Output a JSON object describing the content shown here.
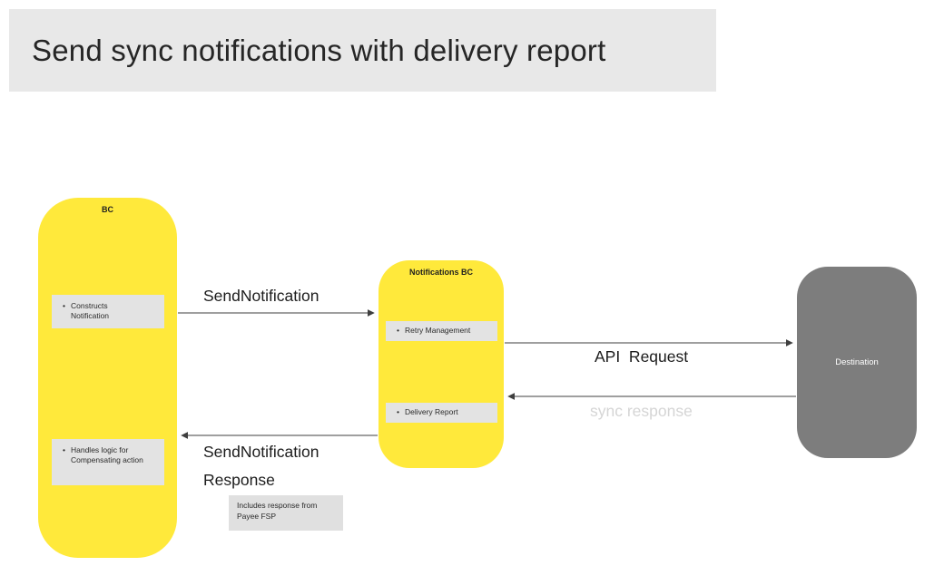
{
  "title": "Send sync notifications with delivery report",
  "nodes": {
    "bc": {
      "label": "BC",
      "items": [
        "Constructs Notification",
        "Handles logic for Compensating action"
      ]
    },
    "notifications_bc": {
      "label": "Notifications BC",
      "items": [
        "Retry Management",
        "Delivery Report"
      ]
    },
    "destination": {
      "label": "Destination"
    }
  },
  "arrows": {
    "send_notification": "SendNotification",
    "api_request": "API  Request",
    "sync_response": "sync response",
    "send_notification_response": "SendNotification Response"
  },
  "note": "Includes response from Payee FSP",
  "colors": {
    "yellow": "#FFE93B",
    "item_gray": "#E3E3E3",
    "destination_gray": "#7D7D7D",
    "title_bg": "#E8E8E8",
    "faded_text": "#D5D5D5",
    "line": "#3F3F3F"
  }
}
